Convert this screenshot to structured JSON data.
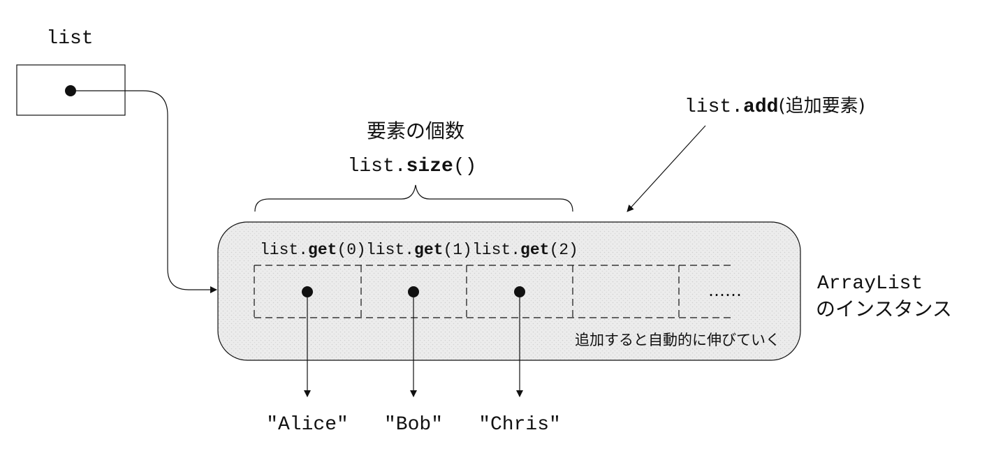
{
  "variable": {
    "name": "list"
  },
  "add_call": {
    "prefix": "list.",
    "method": "add",
    "args": "(追加要素)"
  },
  "size_group": {
    "title": "要素の個数",
    "call_prefix": "list.",
    "call_method": "size",
    "call_suffix": "()"
  },
  "instance": {
    "line1": "ArrayList",
    "line2": "のインスタンス",
    "note": "追加すると自動的に伸びていく",
    "ellipsis": "……",
    "fill_color": "#ececec"
  },
  "slots": [
    {
      "get_prefix": "list.",
      "get_method": "get",
      "get_index": "(0)",
      "value": "\"Alice\""
    },
    {
      "get_prefix": "list.",
      "get_method": "get",
      "get_index": "(1)",
      "value": "\"Bob\""
    },
    {
      "get_prefix": "list.",
      "get_method": "get",
      "get_index": "(2)",
      "value": "\"Chris\""
    }
  ]
}
